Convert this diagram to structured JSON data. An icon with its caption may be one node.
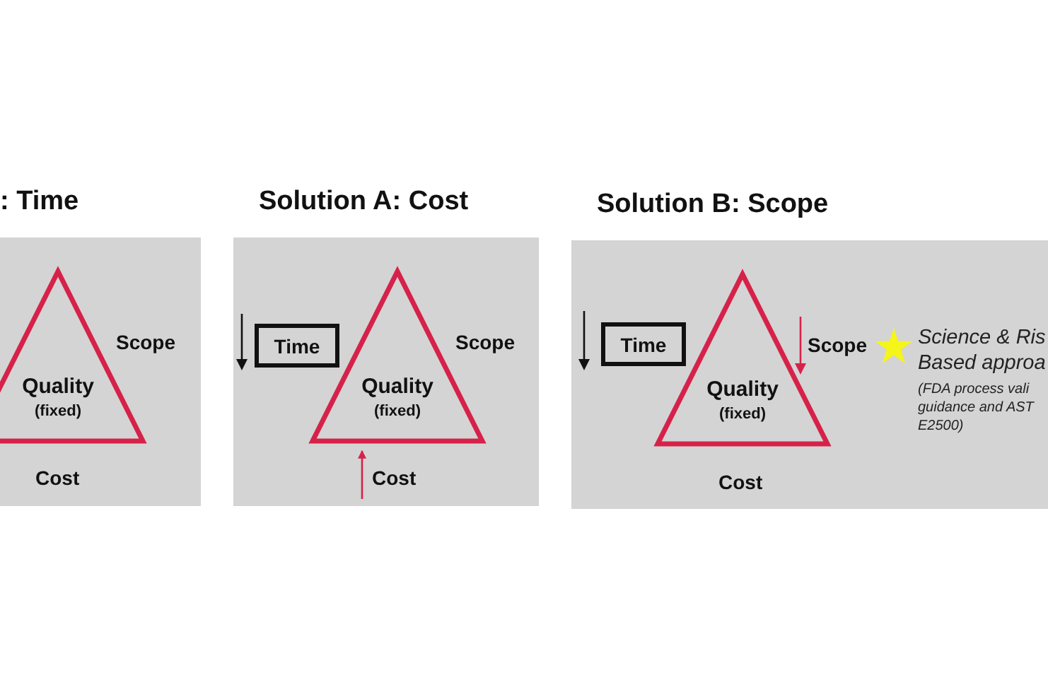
{
  "diagram": {
    "nodes": [
      {
        "text": [
          ": Time"
        ]
      },
      {
        "text": [
          "Quality",
          "(fixed)"
        ],
        "in": 0
      },
      {
        "text": [
          "Solution A: Cost"
        ]
      },
      {
        "text": [
          "Time"
        ],
        "in": 2
      },
      {
        "text": [
          "Quality",
          "(fixed)"
        ],
        "in": 2
      },
      {
        "text": [
          "Solution B: Scope"
        ]
      },
      {
        "text": [
          "Time"
        ],
        "in": 5
      },
      {
        "text": [
          "Quality",
          "(fixed)"
        ],
        "in": 5
      }
    ],
    "edges": [
      {
        "from": null,
        "to": 4,
        "arrow": "to",
        "color": "#d6224a"
      }
    ],
    "labels": [
      "Scope",
      "Cost",
      "Scope",
      "Cost",
      "Scope",
      "Science & Ris Based approa",
      "(FDA process vali guidance and AST E2500)",
      "Cost"
    ]
  }
}
